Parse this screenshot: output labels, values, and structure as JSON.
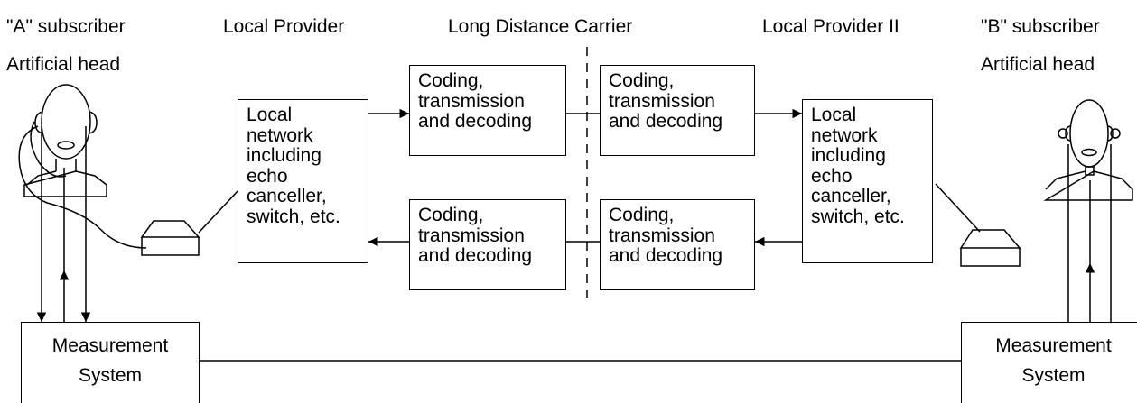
{
  "header": {
    "a_subscriber": "\"A\" subscriber",
    "a_head": "Artificial head",
    "local_provider": "Local Provider",
    "long_distance": "Long Distance Carrier",
    "local_provider_2": "Local Provider II",
    "b_subscriber": "\"B\" subscriber",
    "b_head": "Artificial head"
  },
  "boxes": {
    "local_network_a": "Local\nnetwork\nincluding\necho\ncanceller,\nswitch, etc.",
    "local_network_b": "Local\nnetwork\nincluding\necho\ncanceller,\nswitch, etc.",
    "codec_top_left": "Coding,\ntransmission\nand decoding",
    "codec_top_right": "Coding,\ntransmission\nand decoding",
    "codec_bottom_left": "Coding,\ntransmission\nand decoding",
    "codec_bottom_right": "Coding,\ntransmission\nand decoding",
    "measurement_a": "Measurement\nSystem",
    "measurement_b": "Measurement\nSystem"
  }
}
